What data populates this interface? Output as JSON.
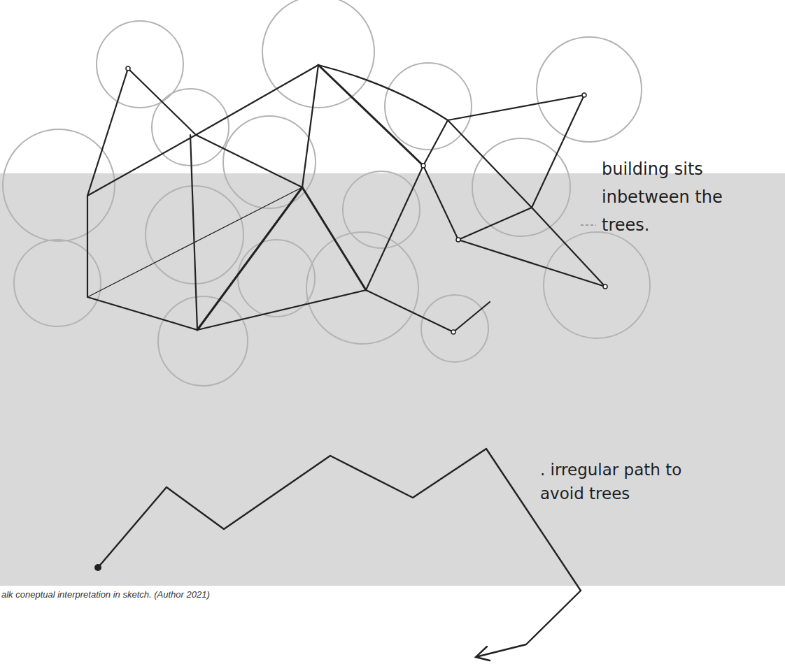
{
  "diagram": {
    "caption": "alk coneptual interpretation in sketch. (Author 2021)",
    "labels": [
      "building sits inbetween the trees.",
      ". irregular path to avoid trees"
    ]
  }
}
